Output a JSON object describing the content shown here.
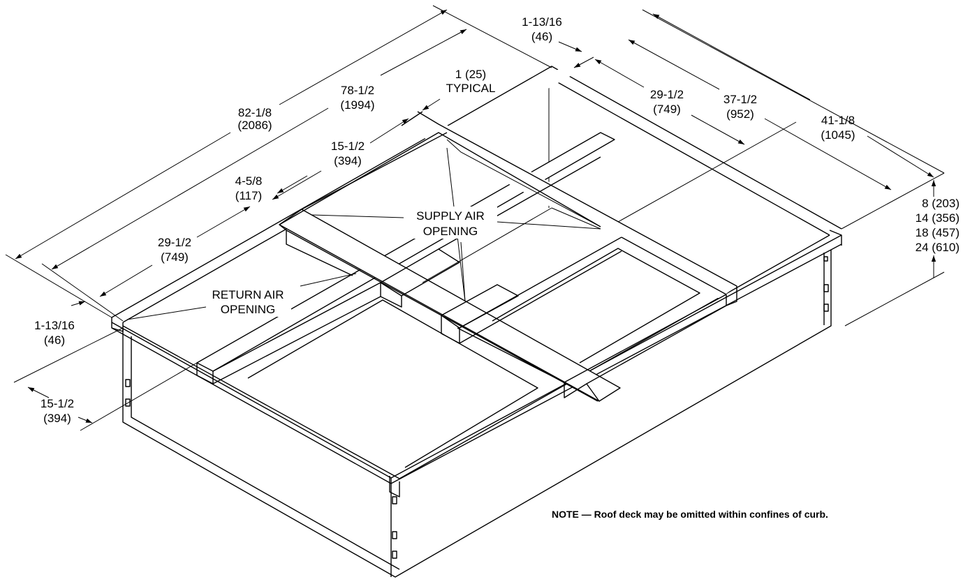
{
  "dimensions": {
    "overall_length": [
      "82-1/8",
      "(2086)"
    ],
    "inner_length": [
      "78-1/2",
      "(1994)"
    ],
    "rail_width_top": [
      "1-13/16",
      "(46)"
    ],
    "rail_thickness": [
      "1 (25)",
      "TYPICAL"
    ],
    "supply_width_inner": [
      "29-1/2",
      "(749)"
    ],
    "width_mid": [
      "37-1/2",
      "(952)"
    ],
    "overall_width": [
      "41-1/8",
      "(1045)"
    ],
    "supply_length": [
      "15-1/2",
      "(394)"
    ],
    "gap": [
      "4-5/8",
      "(117)"
    ],
    "return_width": [
      "29-1/2",
      "(749)"
    ],
    "rail_width_left": [
      "1-13/16",
      "(46)"
    ],
    "return_length": [
      "15-1/2",
      "(394)"
    ],
    "heights": [
      "8 (203)",
      "14 (356)",
      "18 (457)",
      "24 (610)"
    ]
  },
  "labels": {
    "supply": [
      "SUPPLY AIR",
      "OPENING"
    ],
    "return": [
      "RETURN AIR",
      "OPENING"
    ]
  },
  "note": "NOTE — Roof deck may be omitted within confines of curb."
}
